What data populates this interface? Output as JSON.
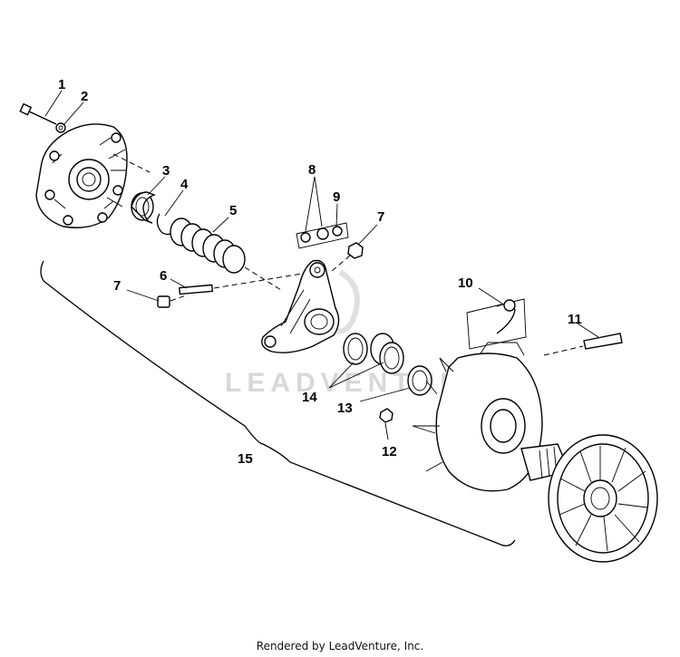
{
  "diagram": {
    "callouts": [
      "1",
      "2",
      "3",
      "4",
      "5",
      "6",
      "7",
      "7",
      "8",
      "9",
      "10",
      "11",
      "12",
      "13",
      "14",
      "15"
    ],
    "watermark": "LEADVENTURE"
  },
  "footer": {
    "text": "Rendered by LeadVenture, Inc."
  },
  "colors": {
    "ink": "#000000",
    "watermark": "#d8d8d8",
    "background": "#ffffff"
  }
}
